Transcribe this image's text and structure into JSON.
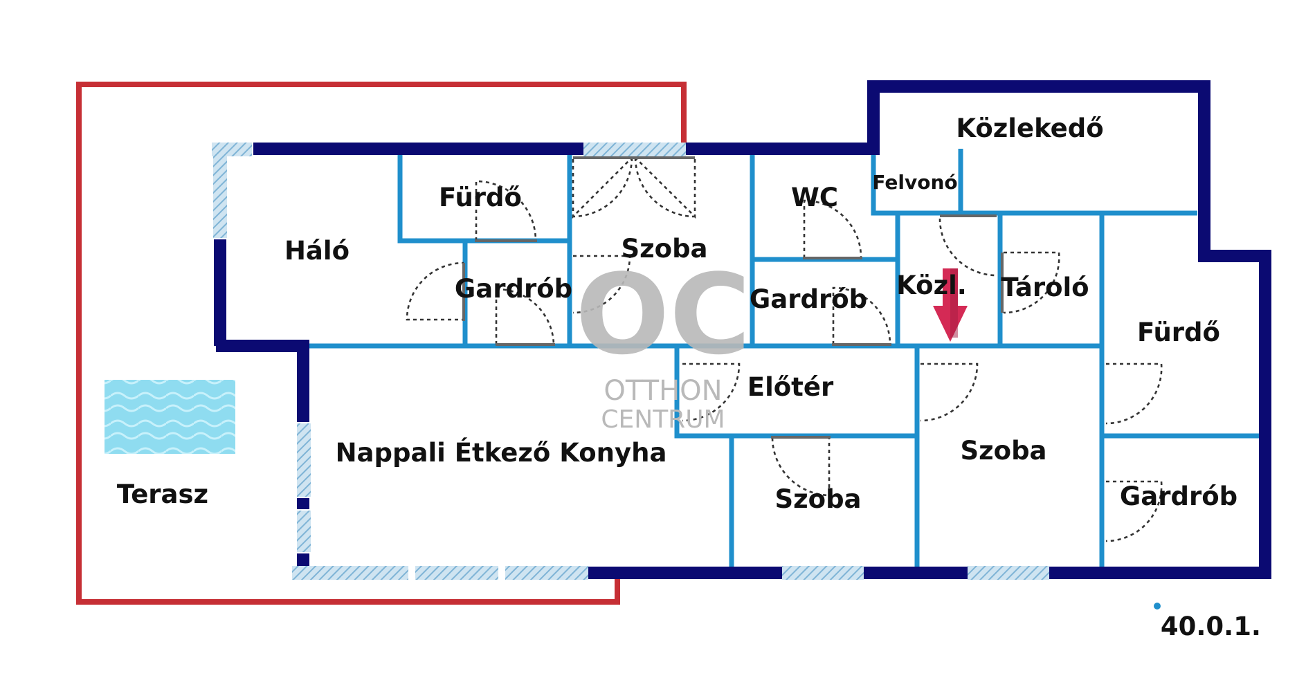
{
  "rooms": {
    "halo": "Háló",
    "furdo_top": "Fürdő",
    "gardrob_left": "Gardrób",
    "szoba_top": "Szoba",
    "wc": "WC",
    "gardrob_mid": "Gardrób",
    "felvono": "Felvonó",
    "kozlekedo": "Közlekedő",
    "kozl": "Közl.",
    "tarolo": "Tároló",
    "furdo_right": "Fürdő",
    "eloter": "Előtér",
    "nappali": "Nappali Étkező Konyha",
    "szoba_bottom_mid": "Szoba",
    "szoba_bottom_right": "Szoba",
    "gardrob_right": "Gardrób",
    "terasz": "Terasz"
  },
  "floor_code": "40.0.1.",
  "watermark": {
    "logo": "OC",
    "line1": "OTTHON",
    "line2": "CENTRUM"
  },
  "colors": {
    "outer_wall": "#0b0a72",
    "inner_wall": "#1f8fcc",
    "terrace_outline": "#c62f35",
    "pool": "#8fdcf0",
    "entrance_arrow": "#d42a55",
    "window_hatch": "#a9cfe6",
    "door_line": "#333333"
  },
  "icons": {
    "entrance": "entrance-arrow-icon",
    "pool": "pool-icon",
    "logo": "otthon-centrum-logo"
  }
}
